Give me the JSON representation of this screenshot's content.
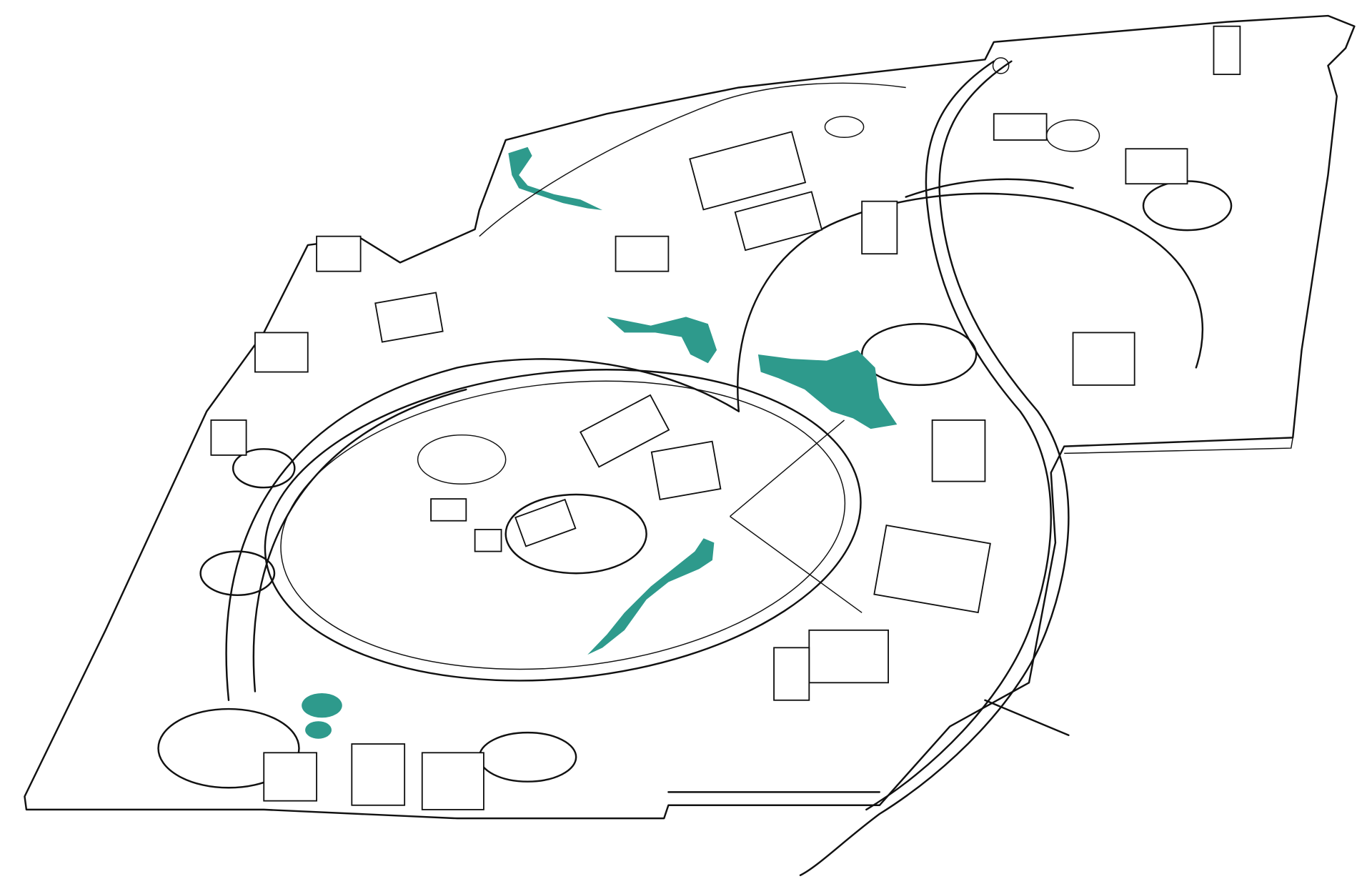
{
  "colors": {
    "water": "#2e9a8c",
    "linework": "#111111",
    "background": "#ffffff"
  },
  "water_features": [
    "north-pond",
    "central-lake",
    "east-lake",
    "south-stream",
    "south-pool-large",
    "south-pool-small"
  ]
}
